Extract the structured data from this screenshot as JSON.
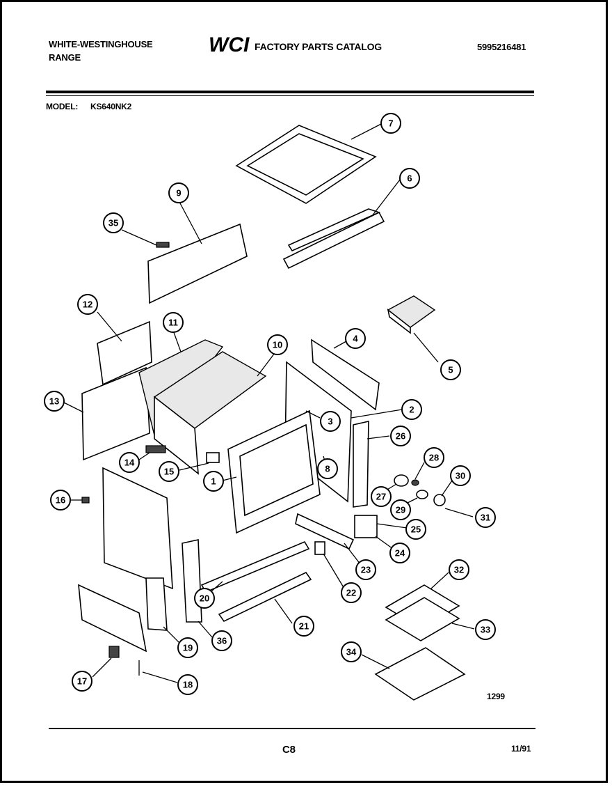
{
  "header": {
    "brand_line1": "WHITE-WESTINGHOUSE",
    "brand_line2": "RANGE",
    "logo_text": "WCI",
    "catalog_title": "FACTORY PARTS CATALOG",
    "catalog_number": "5995216481"
  },
  "model": {
    "label": "MODEL:",
    "number": "KS640NK2"
  },
  "drawing_code": "1299",
  "footer": {
    "page": "C8",
    "date": "11/91"
  },
  "callouts": [
    "1",
    "2",
    "3",
    "4",
    "5",
    "6",
    "7",
    "8",
    "9",
    "10",
    "11",
    "12",
    "13",
    "14",
    "15",
    "16",
    "17",
    "18",
    "19",
    "20",
    "21",
    "22",
    "23",
    "24",
    "25",
    "26",
    "27",
    "28",
    "29",
    "30",
    "31",
    "32",
    "33",
    "34",
    "35",
    "36"
  ],
  "colors": {
    "ink": "#000000",
    "paper": "#ffffff"
  }
}
